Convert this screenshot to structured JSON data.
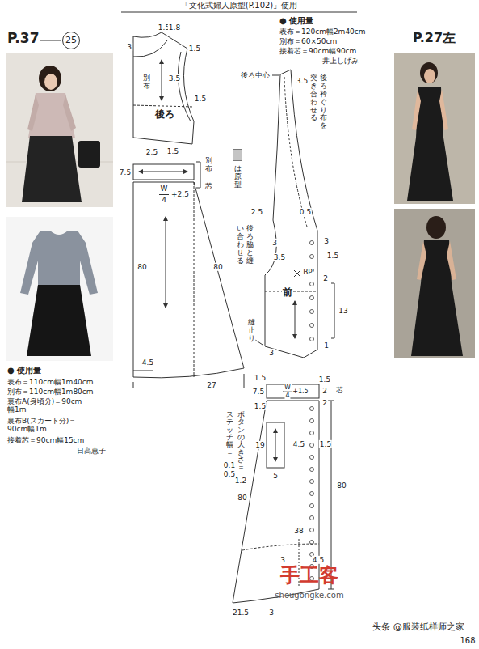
{
  "diagram": {
    "title": "「文化式婦人原型(P.102)」使用",
    "nodes": [
      {
        "text": [
          "25"
        ]
      }
    ],
    "labels": [
      "P.37",
      "P.27左",
      "1.5",
      "1.8",
      "3",
      "1.5",
      "3.5",
      "別布",
      "1.5",
      "後ろ",
      "2.5",
      "1.5",
      "別布",
      "芯",
      "7.5",
      "W",
      "4",
      "+2.5",
      "80",
      "80",
      "4.5",
      "27",
      "● 使用量",
      "表布＝110cm幅1m40cm",
      "別布＝110cm幅1m80cm",
      "裏布A(身頃分)＝90cm 幅1m",
      "裏布B(スカート分)＝ 90cm幅1m",
      "接着芯＝90cm幅15cm",
      "日高恵子",
      "● 使用量",
      "表布＝120cm幅2m40cm",
      "別布＝60×50cm",
      "接着芯＝90cm幅90cm",
      "井上しげみ",
      "後ろ衿ぐり布を突き合わせる",
      "後ろ中心",
      "3.5",
      "0.5",
      "2.5",
      "3",
      "3.5",
      "後ろ脇と縫い合わせる",
      "BP",
      "前",
      "3",
      "1.5",
      "2",
      "13",
      "1",
      "3",
      "縫止り",
      "芯",
      "1.5",
      "7.5",
      "W",
      "4",
      "+1.5",
      "1.5",
      "2",
      "2",
      "1.5",
      "ボタンの大きさ＝",
      "1.2",
      "ステッチ幅＝",
      "0.1",
      "0.5",
      "19",
      "4.5",
      "5",
      "1.5",
      "80",
      "80",
      "38",
      "3",
      "4.5",
      "21.5",
      "3",
      "手工客",
      "shougongke.com",
      "头条 @服装纸样师之家",
      "168"
    ],
    "legend": [
      {
        "text": "は原型",
        "color": "#c4c4c4"
      }
    ]
  }
}
